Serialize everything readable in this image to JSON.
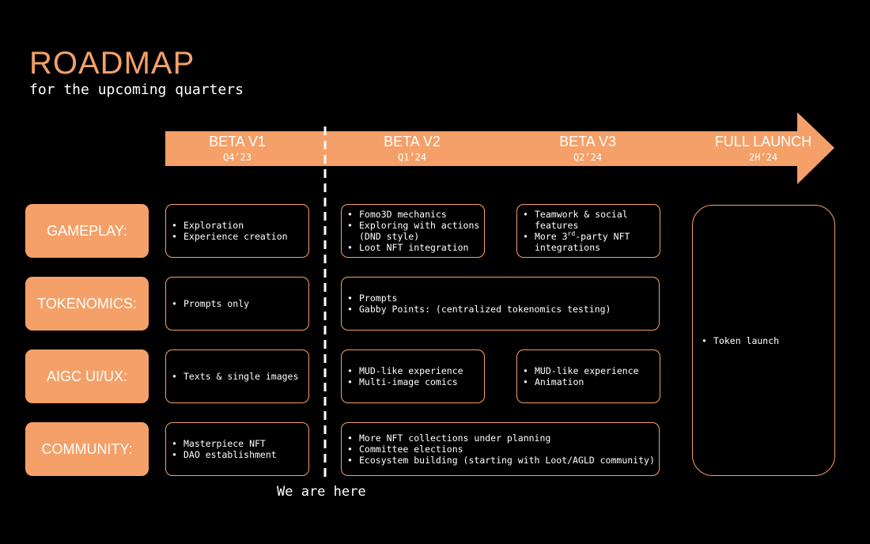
{
  "header": {
    "title": "ROADMAP",
    "subtitle": "for the upcoming quarters"
  },
  "colors": {
    "accent": "#f4a068",
    "background": "#000000",
    "text": "#ffffff"
  },
  "phases": [
    {
      "name": "BETA V1",
      "quarter": "Q4’23"
    },
    {
      "name": "BETA V2",
      "quarter": "Q1’24"
    },
    {
      "name": "BETA V3",
      "quarter": "Q2’24"
    },
    {
      "name": "FULL LAUNCH",
      "quarter": "2H’24"
    }
  ],
  "rows": [
    {
      "label": "GAMEPLAY:"
    },
    {
      "label": "TOKENOMICS:"
    },
    {
      "label": "AIGC UI/UX:"
    },
    {
      "label": "COMMUNITY:"
    }
  ],
  "cells": {
    "gameplay_v1": [
      "Exploration",
      "Experience creation"
    ],
    "gameplay_v2": [
      "Fomo3D mechanics",
      "Exploring with actions",
      "(DND style)",
      "Loot NFT integration"
    ],
    "gameplay_v3": [
      "Teamwork & social",
      "features",
      "More 3rd-party NFT",
      "integrations"
    ],
    "tokenomics_v1": [
      "Prompts only"
    ],
    "tokenomics_v23": [
      "Prompts",
      "Gabby Points: (centralized tokenomics testing)"
    ],
    "aigc_v1": [
      "Texts & single images"
    ],
    "aigc_v2": [
      "MUD-like experience",
      "Multi-image comics"
    ],
    "aigc_v3": [
      "MUD-like experience",
      "Animation"
    ],
    "community_v1": [
      "Masterpiece NFT",
      "DAO establishment"
    ],
    "community_v23": [
      "More NFT collections under planning",
      "Committee elections",
      "Ecosystem building (starting with Loot/AGLD community)"
    ],
    "full_launch": [
      "Token launch"
    ]
  },
  "marker": {
    "label": "We are here"
  }
}
